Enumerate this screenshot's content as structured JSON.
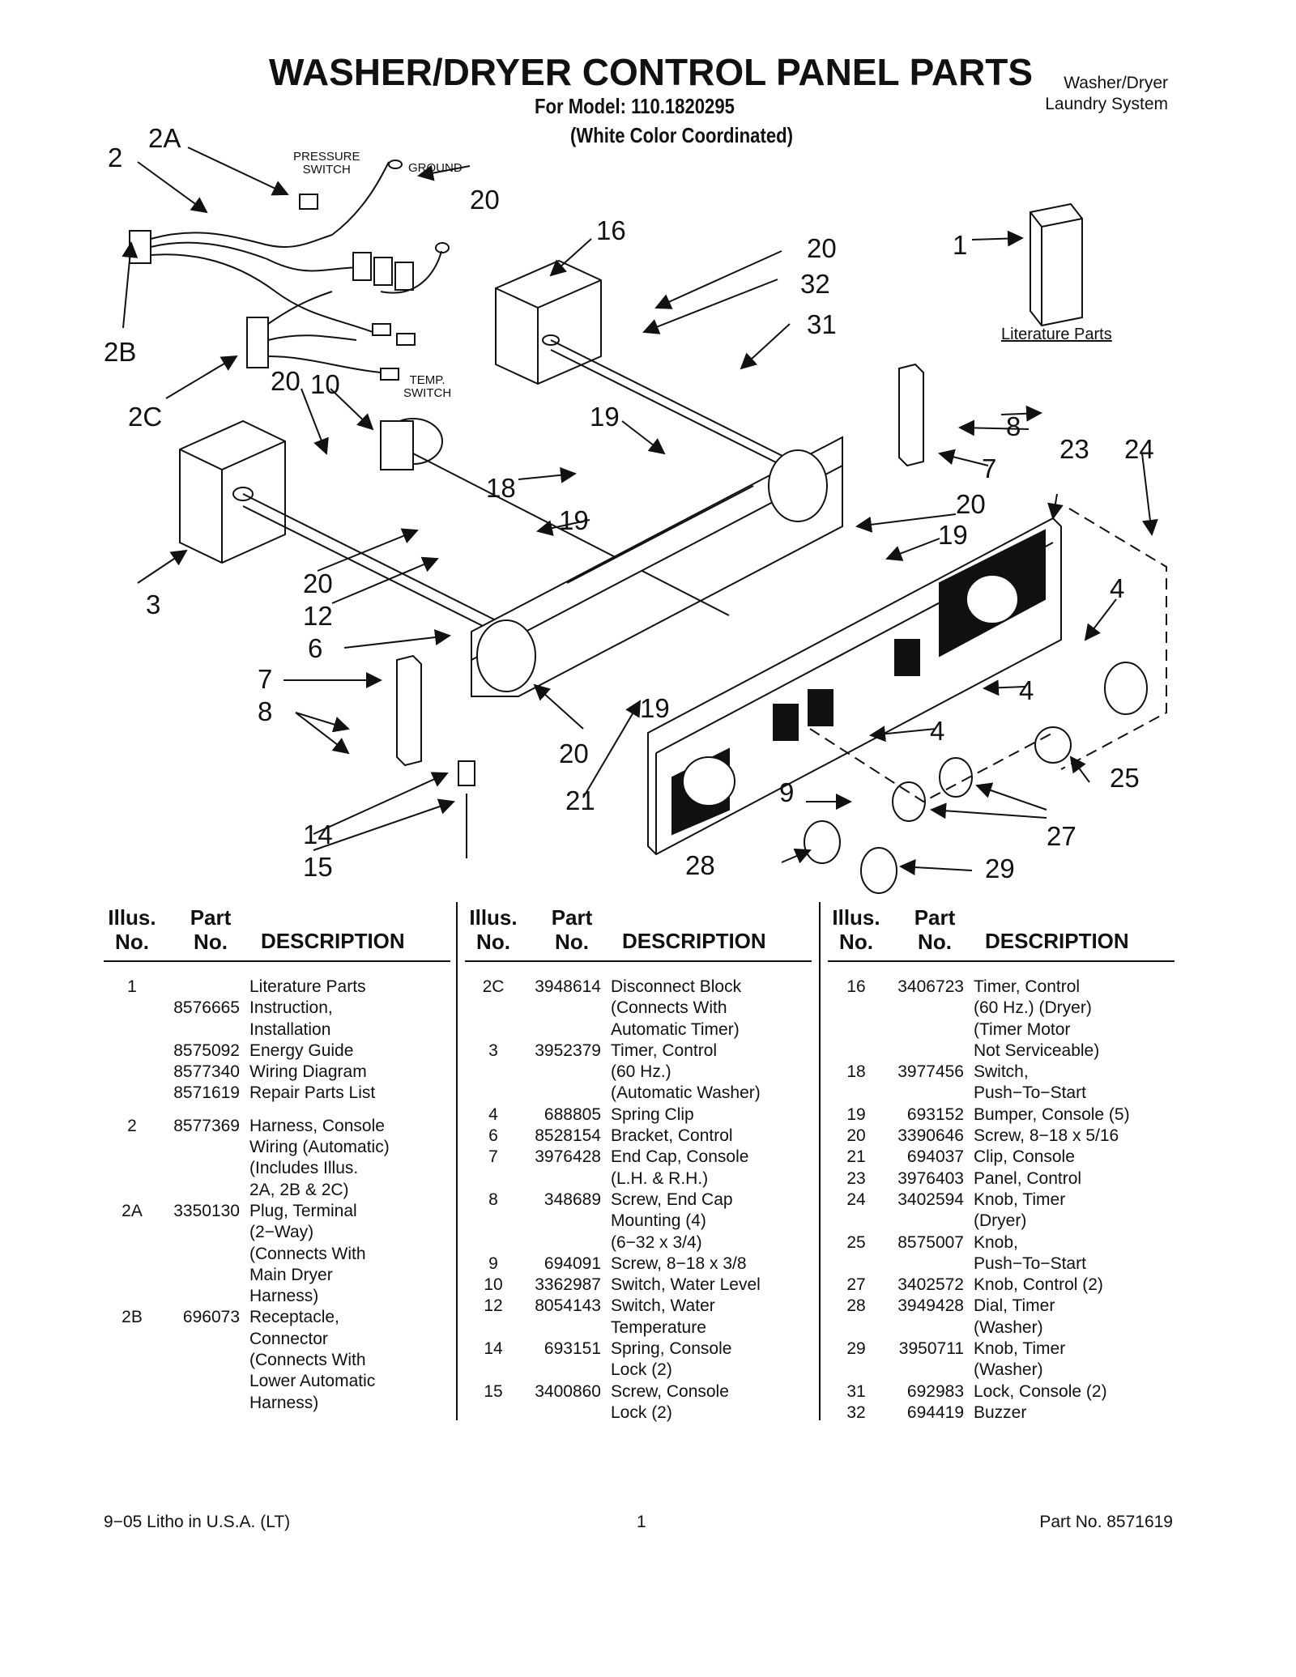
{
  "header": {
    "title": "WASHER/DRYER CONTROL PANEL PARTS",
    "model_line": "For Model: 110.1820295",
    "color_line": "(White Color Coordinated)",
    "side_line1": "Washer/Dryer",
    "side_line2": "Laundry System"
  },
  "diagram": {
    "callouts": {
      "c2": "2",
      "c2a": "2A",
      "c2b": "2B",
      "c2c": "2C",
      "c1": "1",
      "c3": "3",
      "c4a": "4",
      "c4b": "4",
      "c4c": "4",
      "c6": "6",
      "c7a": "7",
      "c7b": "7",
      "c8a": "8",
      "c8b": "8",
      "c9": "9",
      "c10": "10",
      "c12": "12",
      "c14": "14",
      "c15": "15",
      "c16": "16",
      "c18": "18",
      "c19a": "19",
      "c19b": "19",
      "c19c": "19",
      "c19d": "19",
      "c20a": "20",
      "c20b": "20",
      "c20c": "20",
      "c20d": "20",
      "c20e": "20",
      "c20f": "20",
      "c21": "21",
      "c23": "23",
      "c24": "24",
      "c25": "25",
      "c27": "27",
      "c28": "28",
      "c29": "29",
      "c31": "31",
      "c32": "32"
    },
    "labels": {
      "pressure_switch": "PRESSURE\nSWITCH",
      "ground": "GROUND",
      "temp_switch": "TEMP.\nSWITCH",
      "literature": "Literature Parts"
    }
  },
  "table": {
    "headers": {
      "illus1": "Illus.",
      "illus2": "No.",
      "part1": "Part",
      "part2": "No.",
      "desc": "DESCRIPTION"
    },
    "columns": [
      [
        {
          "illus": "1",
          "part": "",
          "desc": "Literature Parts"
        },
        {
          "illus": "",
          "part": "8576665",
          "desc": "Instruction,\nInstallation"
        },
        {
          "illus": "",
          "part": "8575092",
          "desc": "Energy Guide"
        },
        {
          "illus": "",
          "part": "8577340",
          "desc": "Wiring Diagram"
        },
        {
          "illus": "",
          "part": "8571619",
          "desc": "Repair Parts List"
        },
        {
          "illus": "",
          "part": "",
          "desc": ""
        },
        {
          "illus": "2",
          "part": "8577369",
          "desc": "Harness, Console\nWiring (Automatic)\n(Includes Illus.\n2A, 2B & 2C)"
        },
        {
          "illus": "2A",
          "part": "3350130",
          "desc": "Plug, Terminal\n(2−Way)\n(Connects With\nMain Dryer\nHarness)"
        },
        {
          "illus": "2B",
          "part": "696073",
          "desc": "Receptacle,\nConnector\n(Connects With\nLower Automatic\nHarness)"
        }
      ],
      [
        {
          "illus": "2C",
          "part": "3948614",
          "desc": "Disconnect Block\n(Connects With\nAutomatic Timer)"
        },
        {
          "illus": "3",
          "part": "3952379",
          "desc": "Timer, Control\n(60 Hz.)\n(Automatic Washer)"
        },
        {
          "illus": "4",
          "part": "688805",
          "desc": "Spring Clip"
        },
        {
          "illus": "6",
          "part": "8528154",
          "desc": "Bracket, Control"
        },
        {
          "illus": "7",
          "part": "3976428",
          "desc": "End Cap, Console\n(L.H. & R.H.)"
        },
        {
          "illus": "8",
          "part": "348689",
          "desc": "Screw, End Cap\nMounting (4)\n(6−32 x 3/4)"
        },
        {
          "illus": "9",
          "part": "694091",
          "desc": "Screw, 8−18 x 3/8"
        },
        {
          "illus": "10",
          "part": "3362987",
          "desc": "Switch, Water Level"
        },
        {
          "illus": "12",
          "part": "8054143",
          "desc": "Switch, Water\nTemperature"
        },
        {
          "illus": "14",
          "part": "693151",
          "desc": "Spring, Console\nLock (2)"
        },
        {
          "illus": "15",
          "part": "3400860",
          "desc": "Screw, Console\nLock (2)"
        }
      ],
      [
        {
          "illus": "16",
          "part": "3406723",
          "desc": "Timer, Control\n(60 Hz.) (Dryer)\n(Timer Motor\nNot Serviceable)"
        },
        {
          "illus": "18",
          "part": "3977456",
          "desc": "Switch,\nPush−To−Start"
        },
        {
          "illus": "19",
          "part": "693152",
          "desc": "Bumper, Console (5)"
        },
        {
          "illus": "20",
          "part": "3390646",
          "desc": "Screw, 8−18 x 5/16"
        },
        {
          "illus": "21",
          "part": "694037",
          "desc": "Clip, Console"
        },
        {
          "illus": "23",
          "part": "3976403",
          "desc": "Panel, Control"
        },
        {
          "illus": "24",
          "part": "3402594",
          "desc": "Knob, Timer\n(Dryer)"
        },
        {
          "illus": "25",
          "part": "8575007",
          "desc": "Knob,\nPush−To−Start"
        },
        {
          "illus": "27",
          "part": "3402572",
          "desc": "Knob, Control (2)"
        },
        {
          "illus": "28",
          "part": "3949428",
          "desc": "Dial, Timer\n(Washer)"
        },
        {
          "illus": "29",
          "part": "3950711",
          "desc": "Knob, Timer\n(Washer)"
        },
        {
          "illus": "31",
          "part": "692983",
          "desc": "Lock, Console (2)"
        },
        {
          "illus": "32",
          "part": "694419",
          "desc": "Buzzer"
        }
      ]
    ]
  },
  "footer": {
    "left": "9−05 Litho in U.S.A. (LT)",
    "center": "1",
    "right": "Part No. 8571619"
  }
}
